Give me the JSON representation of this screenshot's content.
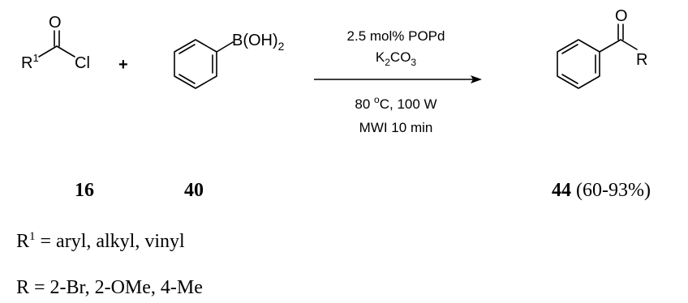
{
  "reactant1": {
    "r_group": "R",
    "r_superscript": "1",
    "oxygen": "O",
    "leaving_group": "Cl"
  },
  "plus_sign": "+",
  "reactant2": {
    "substituent": "B(OH)",
    "substituent_subscript": "2"
  },
  "conditions": {
    "catalyst": "2.5 mol% POPd",
    "base_prefix": "K",
    "base_sub1": "2",
    "base_mid": "CO",
    "base_sub2": "3",
    "temp_value": "80 ",
    "temp_degree": "o",
    "temp_rest": "C, 100 W",
    "mwi": "MWI 10 min"
  },
  "product": {
    "oxygen": "O",
    "r_group": "R"
  },
  "labels": {
    "compound1": "16",
    "compound2": "40",
    "product_number": "44",
    "product_yield": " (60-93%)"
  },
  "definitions": {
    "r1_label": "R",
    "r1_superscript": "1",
    "r1_values": " = aryl, alkyl, vinyl",
    "r_line": "R = 2-Br, 2-OMe, 4-Me"
  }
}
